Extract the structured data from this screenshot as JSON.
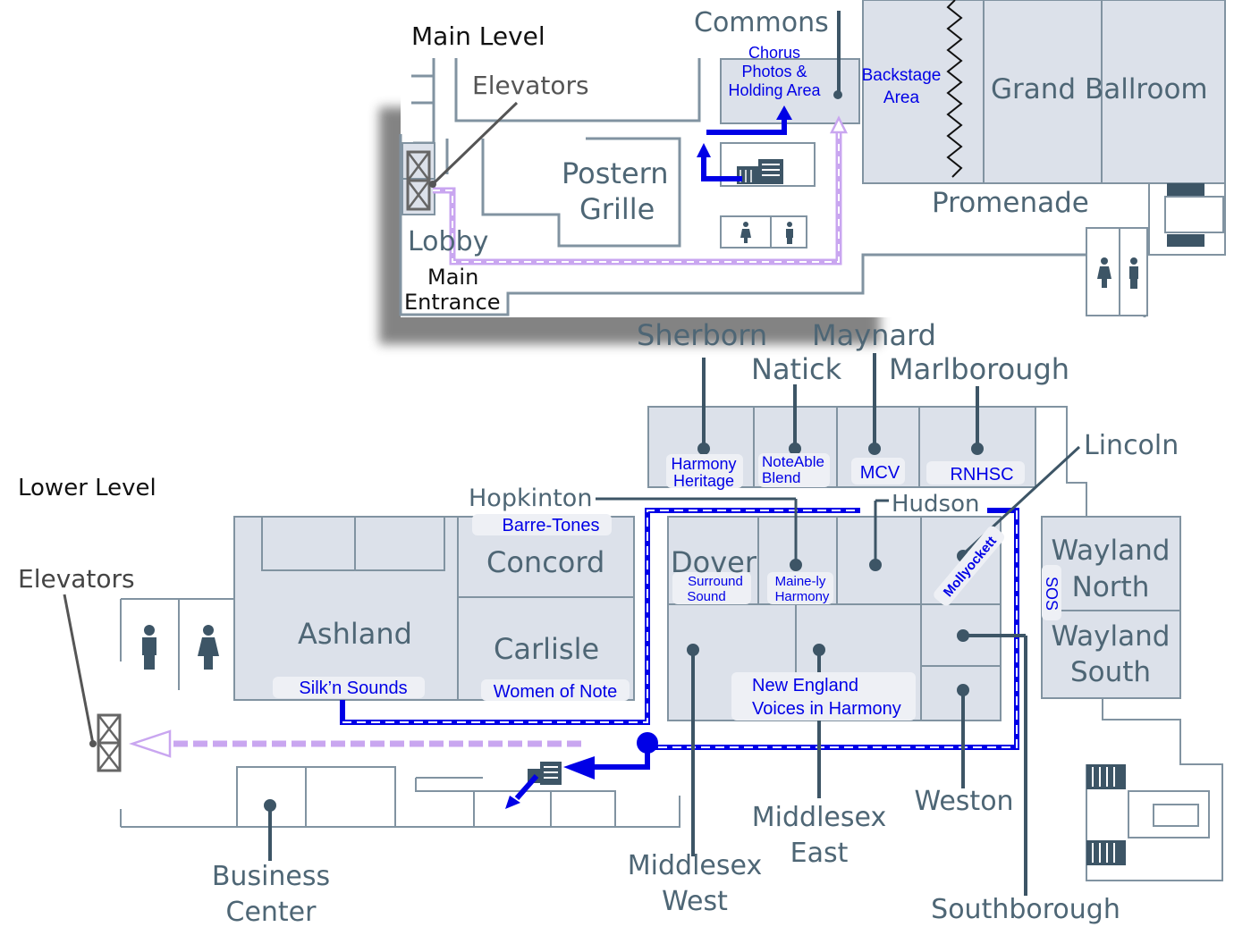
{
  "levels": {
    "main": "Main Level",
    "lower": "Lower Level"
  },
  "main_level": {
    "rooms": {
      "commons": "Commons",
      "elevators": "Elevators",
      "postern_grille_1": "Postern",
      "postern_grille_2": "Grille",
      "grand_ballroom": "Grand Ballroom",
      "promenade": "Promenade",
      "lobby": "Lobby",
      "main_entrance_1": "Main",
      "main_entrance_2": "Entrance"
    },
    "groups": {
      "chorus_1": "Chorus",
      "chorus_2": "Photos &",
      "chorus_3": "Holding Area",
      "backstage_1": "Backstage",
      "backstage_2": "Area"
    }
  },
  "lower_level": {
    "rooms": {
      "sherborn": "Sherborn",
      "natick": "Natick",
      "maynard": "Maynard",
      "marlborough": "Marlborough",
      "lincoln": "Lincoln",
      "hopkinton": "Hopkinton",
      "hudson": "Hudson",
      "elevators": "Elevators",
      "concord": "Concord",
      "ashland": "Ashland",
      "carlisle": "Carlisle",
      "dover": "Dover",
      "wayland_north_1": "Wayland",
      "wayland_north_2": "North",
      "wayland_south_1": "Wayland",
      "wayland_south_2": "South",
      "business_center_1": "Business",
      "business_center_2": "Center",
      "middlesex_west_1": "Middlesex",
      "middlesex_west_2": "West",
      "middlesex_east_1": "Middlesex",
      "middlesex_east_2": "East",
      "weston": "Weston",
      "southborough": "Southborough"
    },
    "groups": {
      "harmony_heritage_1": "Harmony",
      "harmony_heritage_2": "Heritage",
      "noteable_blend_1": "NoteAble",
      "noteable_blend_2": "Blend",
      "mcv": "MCV",
      "rnhsc": "RNHSC",
      "barre_tones": "Barre-Tones",
      "surround_sound_1": "Surround",
      "surround_sound_2": "Sound",
      "maine_ly_harmony_1": "Maine-ly",
      "maine_ly_harmony_2": "Harmony",
      "mollyockett": "Mollyockett",
      "sos": "SOS",
      "silkn_sounds": "Silk’n Sounds",
      "women_of_note": "Women of Note",
      "ne_voices_1": "New England",
      "ne_voices_2": "Voices in Harmony"
    }
  },
  "colors": {
    "room_fill": "#dce1ea",
    "wall": "#8193a1",
    "label": "#4e6675",
    "leader": "#3d5566",
    "route_blue": "#0000e6",
    "route_lavender": "#c9a6f0",
    "shadow": "#6e6e6e"
  },
  "icons": [
    "elevator-icon",
    "mens-restroom-icon",
    "womens-restroom-icon",
    "stairs-icon",
    "escalator-icon",
    "route-arrow-icon"
  ]
}
